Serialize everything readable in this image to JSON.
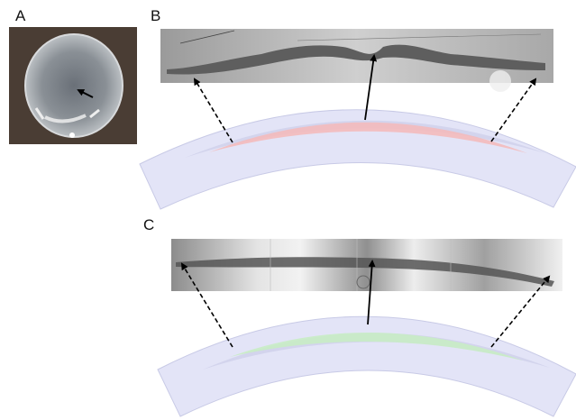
{
  "panels": {
    "a": {
      "label": "A",
      "photo": "lens-disc-photo"
    },
    "b": {
      "label": "B",
      "micrograph": "grayscale-strip-micrograph",
      "highlight_color": "#f4b8b8"
    },
    "c": {
      "label": "C",
      "micrograph": "grayscale-tiled-micrograph",
      "highlight_color": "#c8ecc4"
    }
  },
  "colors": {
    "arc_fill": "#e3e4f7",
    "arc_stroke": "#c8cae6",
    "arrow": "#000000"
  }
}
